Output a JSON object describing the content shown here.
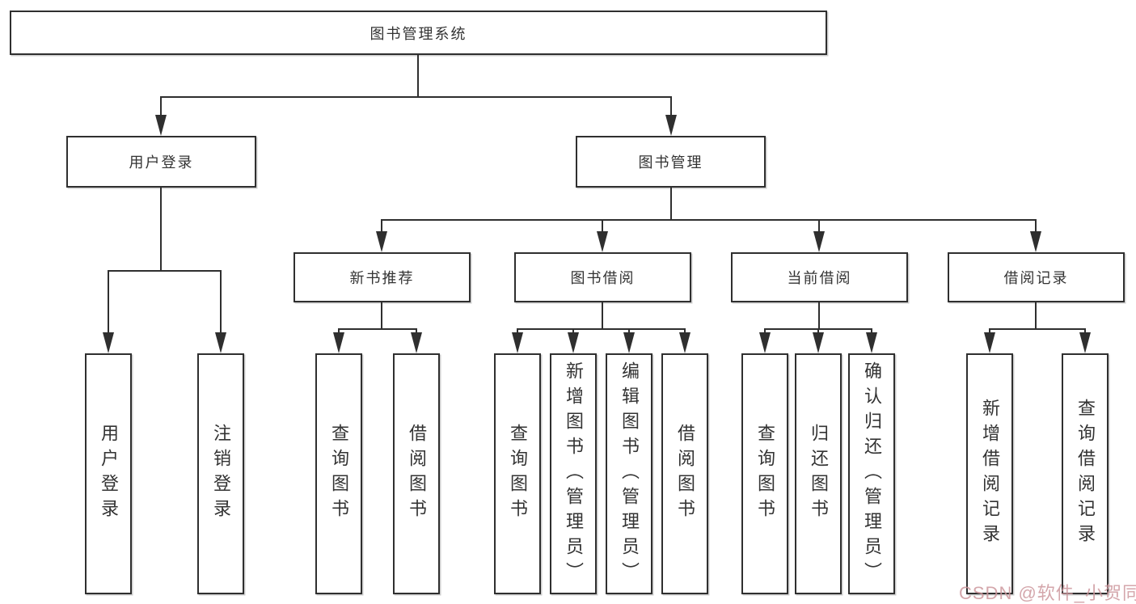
{
  "colors": {
    "line": "#2f2f2f",
    "text": "#333333",
    "background": "#ffffff",
    "watermark": "#cd969c"
  },
  "tree": {
    "label": "图书管理系统",
    "children": [
      {
        "label": "用户登录",
        "children": [
          {
            "label": "用户登录"
          },
          {
            "label": "注销登录"
          }
        ]
      },
      {
        "label": "图书管理",
        "children": [
          {
            "label": "新书推荐",
            "children": [
              {
                "label": "查询图书"
              },
              {
                "label": "借阅图书"
              }
            ]
          },
          {
            "label": "图书借阅",
            "children": [
              {
                "label": "查询图书"
              },
              {
                "label": "新增图书（管理员）"
              },
              {
                "label": "编辑图书（管理员）"
              },
              {
                "label": "借阅图书"
              }
            ]
          },
          {
            "label": "当前借阅",
            "children": [
              {
                "label": "查询图书"
              },
              {
                "label": "归还图书"
              },
              {
                "label": "确认归还（管理员）"
              }
            ]
          },
          {
            "label": "借阅记录",
            "children": [
              {
                "label": "新增借阅记录"
              },
              {
                "label": "查询借阅记录"
              }
            ]
          }
        ]
      }
    ]
  },
  "watermark": {
    "text": "CSDN @软件_小贺同学"
  }
}
